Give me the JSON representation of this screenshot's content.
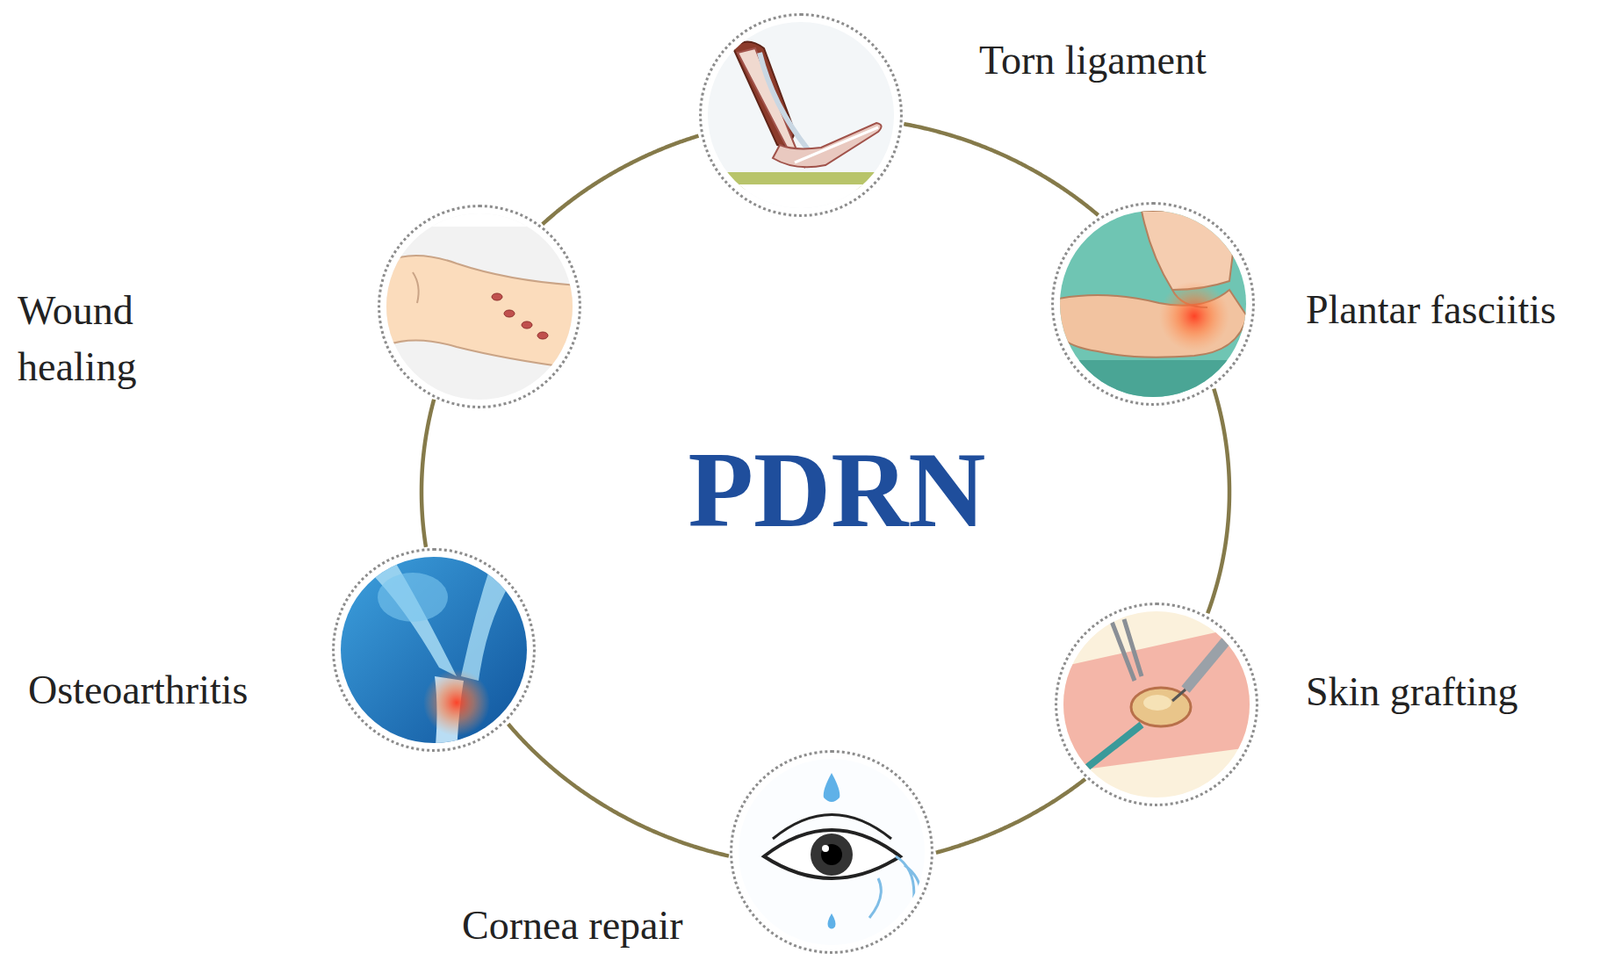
{
  "diagram": {
    "nodes": [
      {
        "text": [
          "Torn ligament"
        ]
      },
      {
        "text": [
          "Plantar fasciitis"
        ]
      },
      {
        "text": [
          "Skin grafting"
        ]
      },
      {
        "text": [
          "Cornea repair"
        ]
      },
      {
        "text": [
          "Osteoarthritis"
        ]
      },
      {
        "text": [
          "Wound healing"
        ]
      }
    ],
    "edges": [
      {
        "from": 0,
        "to": 1,
        "arrow": "none"
      },
      {
        "from": 1,
        "to": 2,
        "arrow": "none"
      },
      {
        "from": 2,
        "to": 3,
        "arrow": "none"
      },
      {
        "from": 3,
        "to": 4,
        "arrow": "none"
      },
      {
        "from": 4,
        "to": 5,
        "arrow": "none"
      },
      {
        "from": 5,
        "to": 0,
        "arrow": "none"
      }
    ],
    "labels": [
      "PDRN"
    ]
  }
}
